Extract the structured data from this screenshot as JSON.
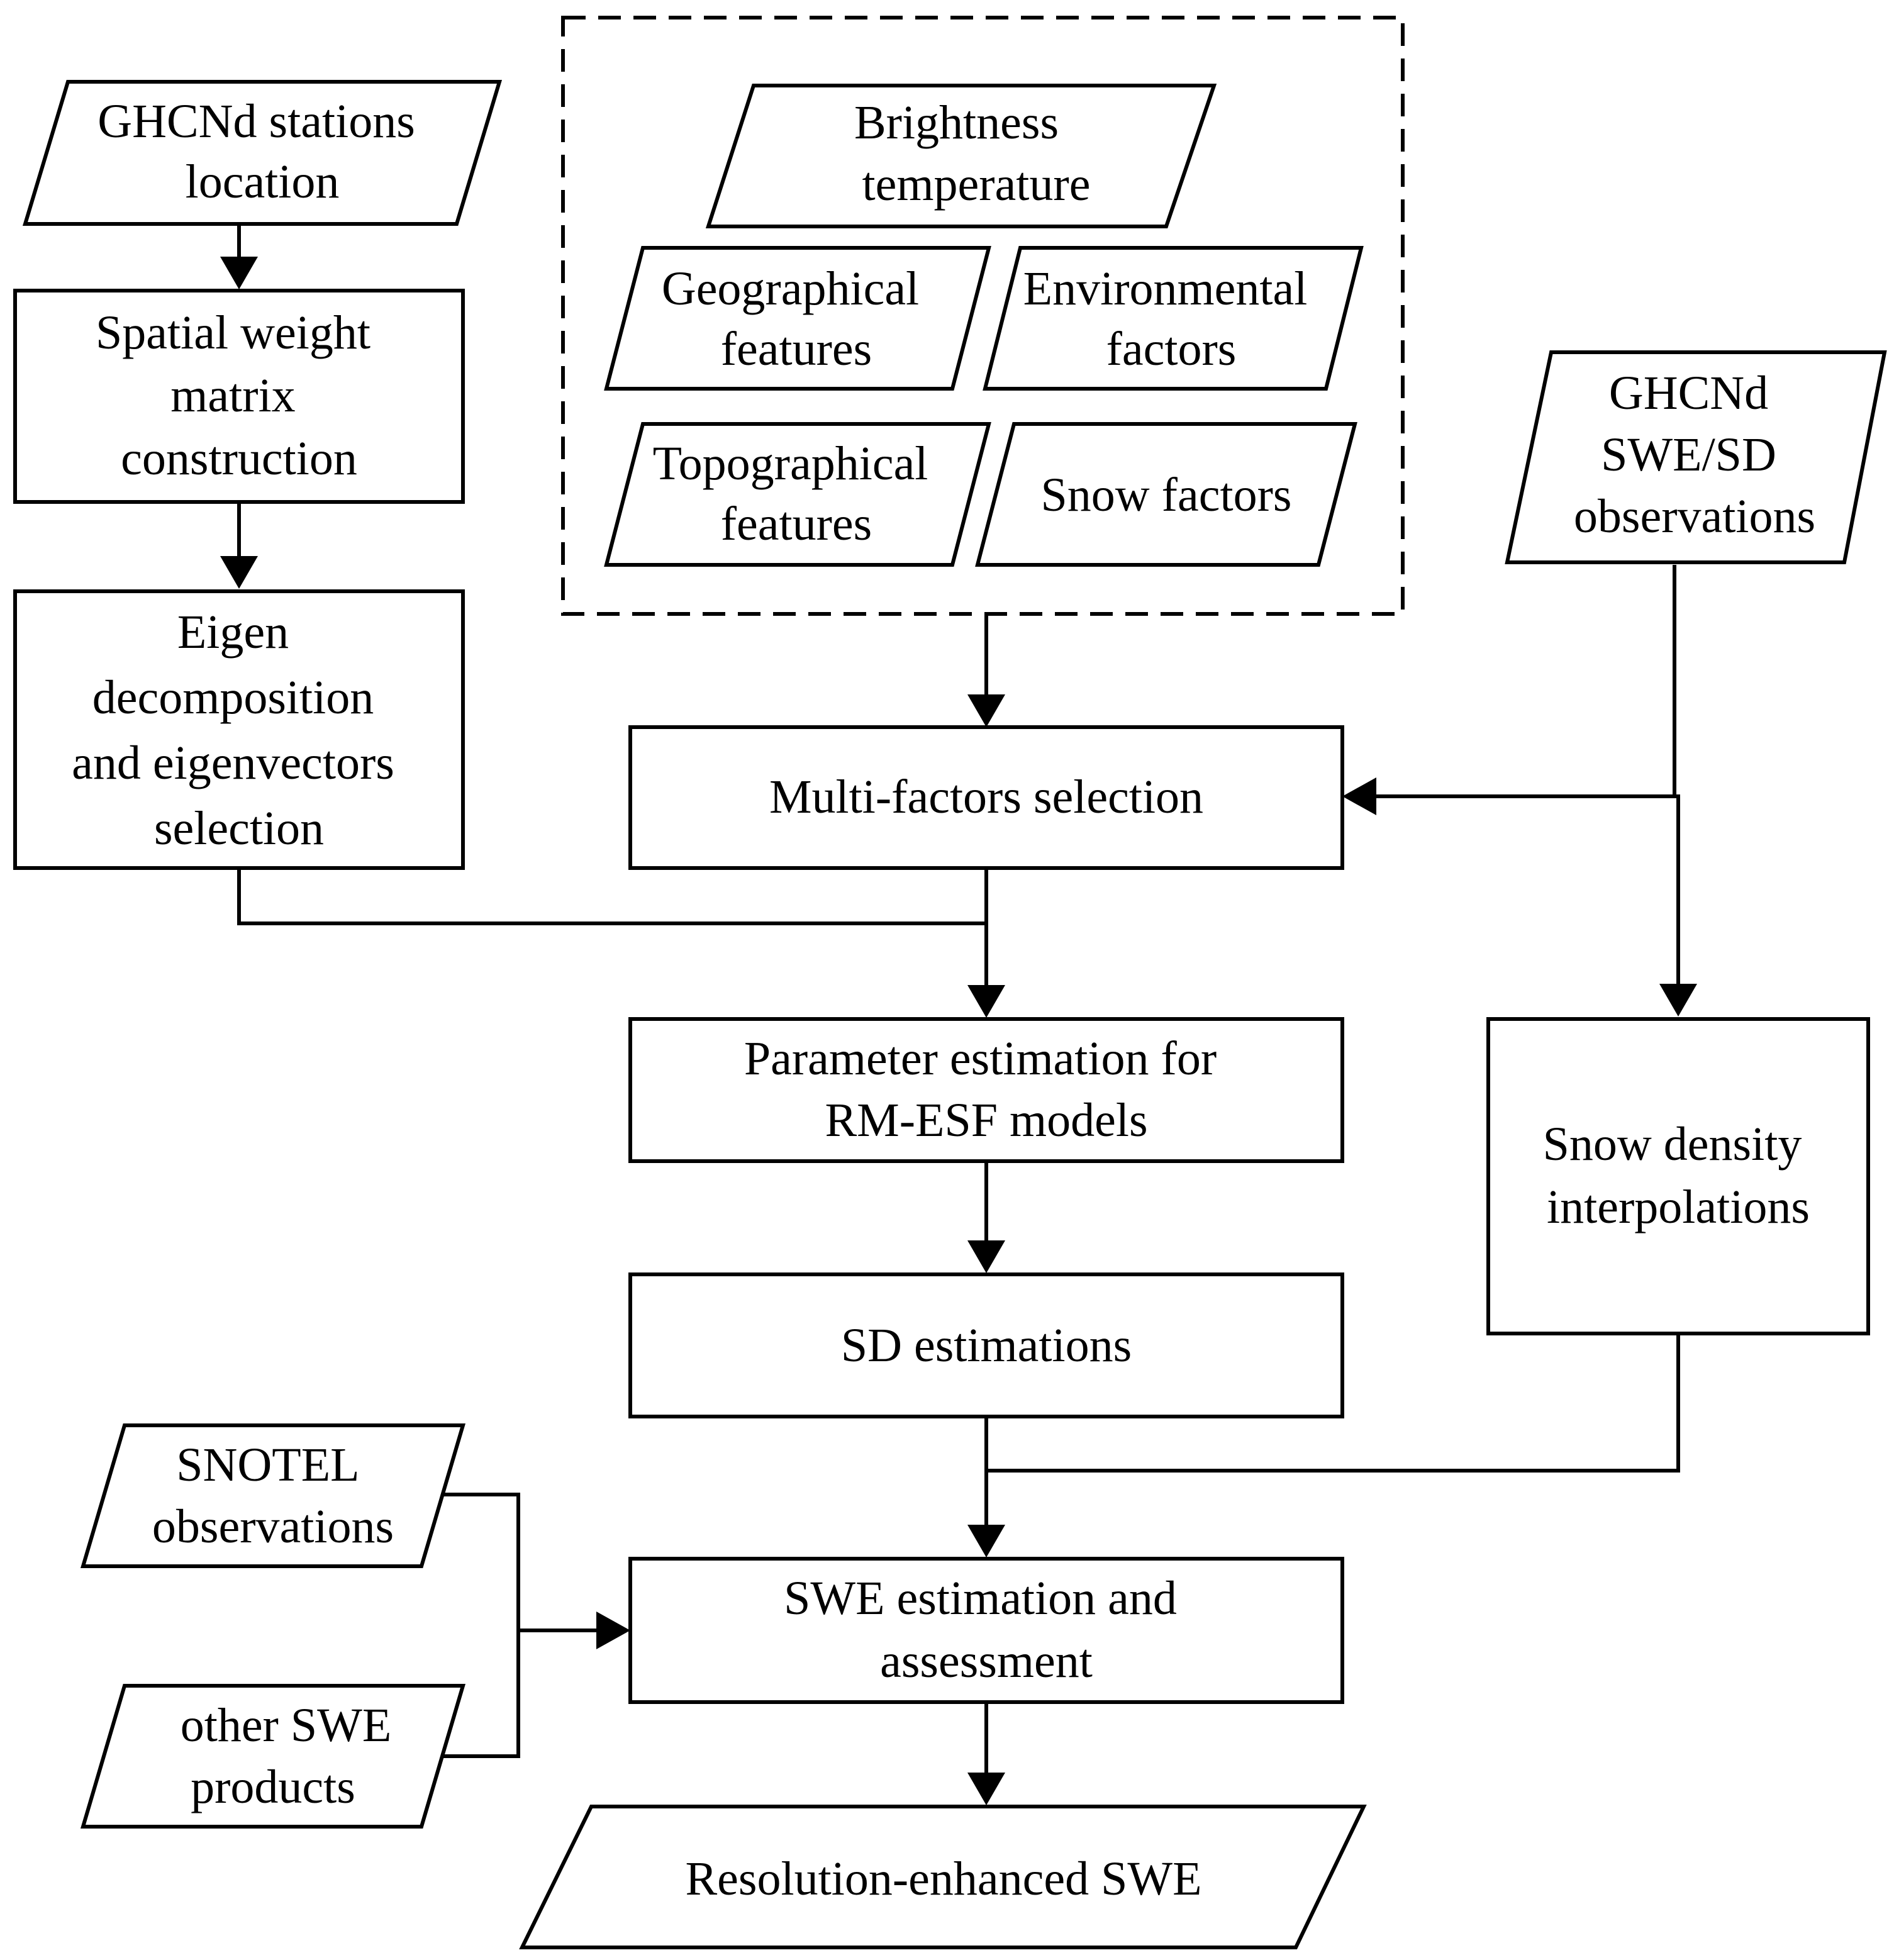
{
  "nodes": {
    "ghcnd_stations": {
      "lines": [
        "GHCNd stations",
        "location"
      ]
    },
    "spatial_weight": {
      "lines": [
        "Spatial weight",
        "matrix",
        "construction"
      ]
    },
    "eigen": {
      "lines": [
        "Eigen",
        "decomposition",
        "and eigenvectors",
        "selection"
      ]
    },
    "brightness": {
      "lines": [
        "Brightness",
        "temperature"
      ]
    },
    "geographical": {
      "lines": [
        "Geographical",
        "features"
      ]
    },
    "environmental": {
      "lines": [
        "Environmental",
        "factors"
      ]
    },
    "topographical": {
      "lines": [
        "Topographical",
        "features"
      ]
    },
    "snow_factors": {
      "lines": [
        "Snow factors"
      ]
    },
    "ghcnd_swe_sd": {
      "lines": [
        "GHCNd",
        "SWE/SD",
        "observations"
      ]
    },
    "multi_factors": {
      "lines": [
        "Multi-factors selection"
      ]
    },
    "parameter_estimation": {
      "lines": [
        "Parameter estimation for",
        "RM-ESF models"
      ]
    },
    "snow_density": {
      "lines": [
        "Snow density",
        "interpolations"
      ]
    },
    "sd_estimations": {
      "lines": [
        "SD estimations"
      ]
    },
    "snotel": {
      "lines": [
        "SNOTEL",
        "observations"
      ]
    },
    "other_swe": {
      "lines": [
        "other SWE",
        "products"
      ]
    },
    "swe_estimation": {
      "lines": [
        "SWE estimation and",
        "assessment"
      ]
    },
    "resolution_swe": {
      "lines": [
        "Resolution-enhanced SWE"
      ]
    }
  }
}
